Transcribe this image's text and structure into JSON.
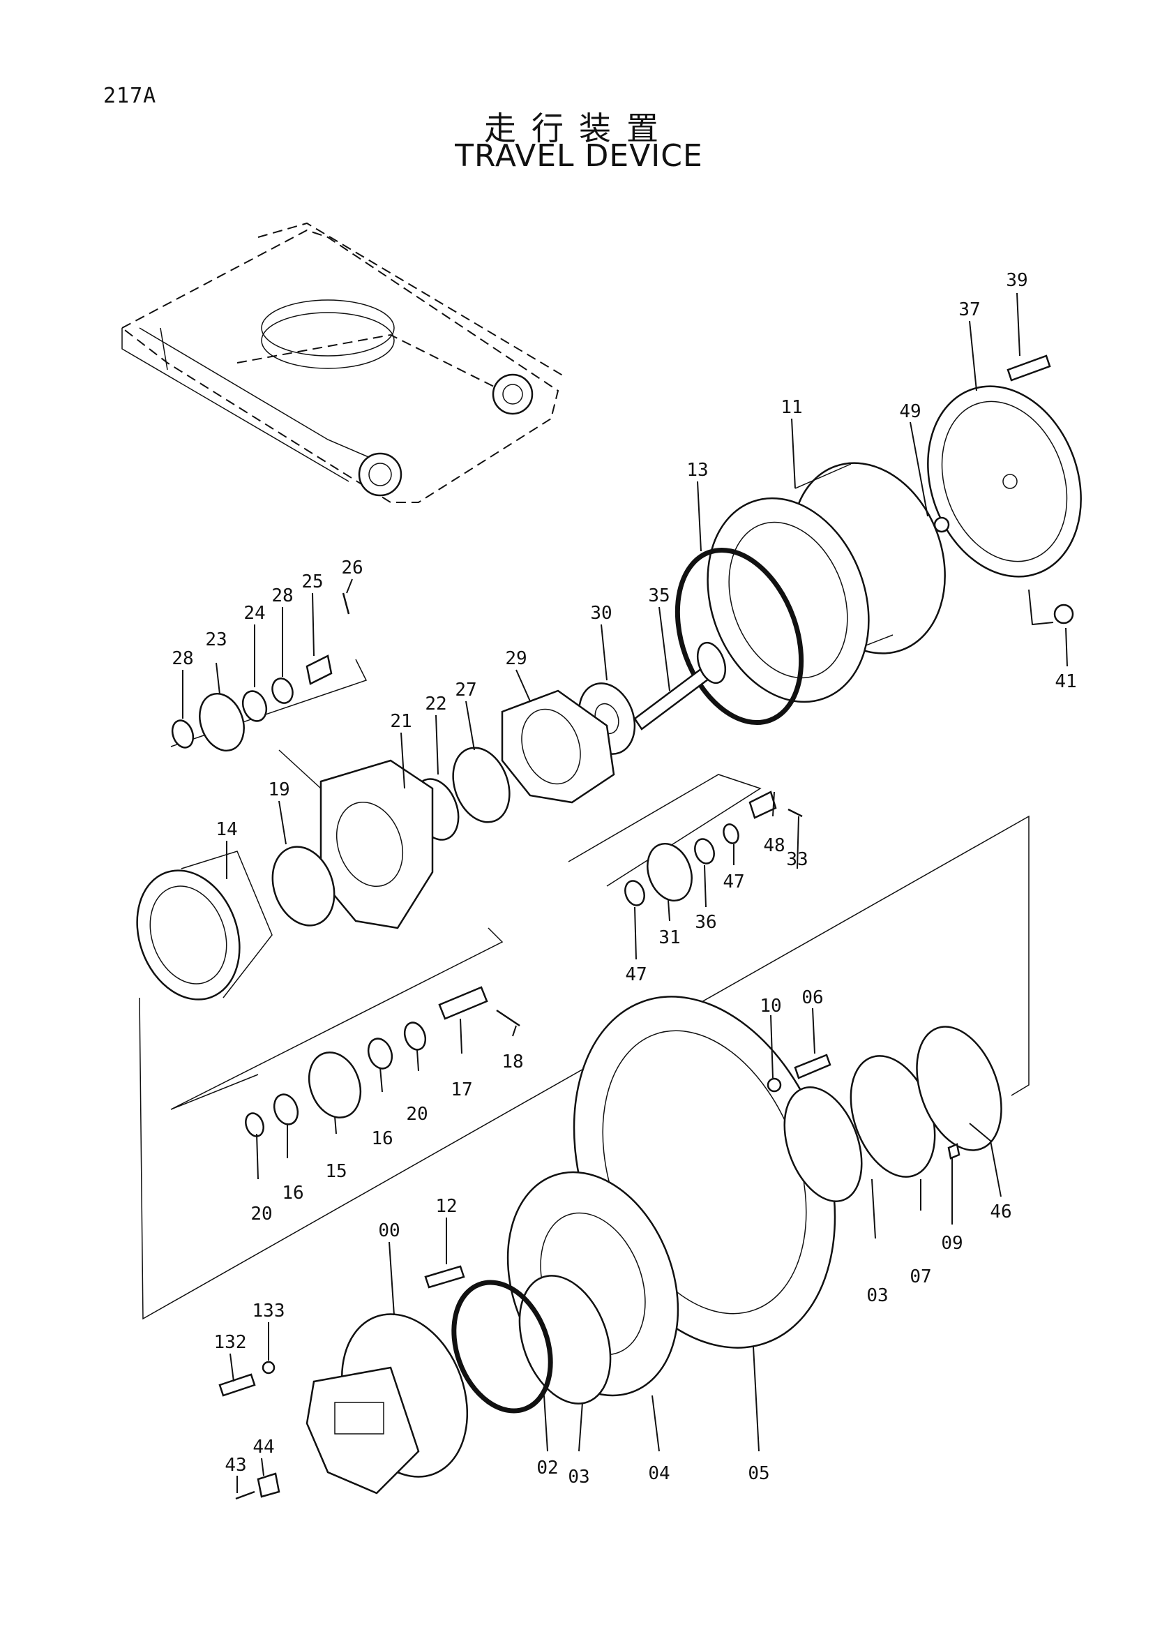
{
  "page_number": "217A",
  "title_jp": "走行装置",
  "title_en": "TRAVEL DEVICE",
  "callouts": [
    "00",
    "02",
    "03",
    "03",
    "04",
    "05",
    "06",
    "07",
    "09",
    "10",
    "11",
    "12",
    "13",
    "14",
    "15",
    "16",
    "16",
    "17",
    "18",
    "19",
    "20",
    "20",
    "21",
    "22",
    "23",
    "24",
    "25",
    "26",
    "27",
    "28",
    "28",
    "29",
    "30",
    "31",
    "33",
    "35",
    "36",
    "37",
    "39",
    "41",
    "43",
    "44",
    "46",
    "47",
    "47",
    "48",
    "49",
    "132",
    "133"
  ]
}
